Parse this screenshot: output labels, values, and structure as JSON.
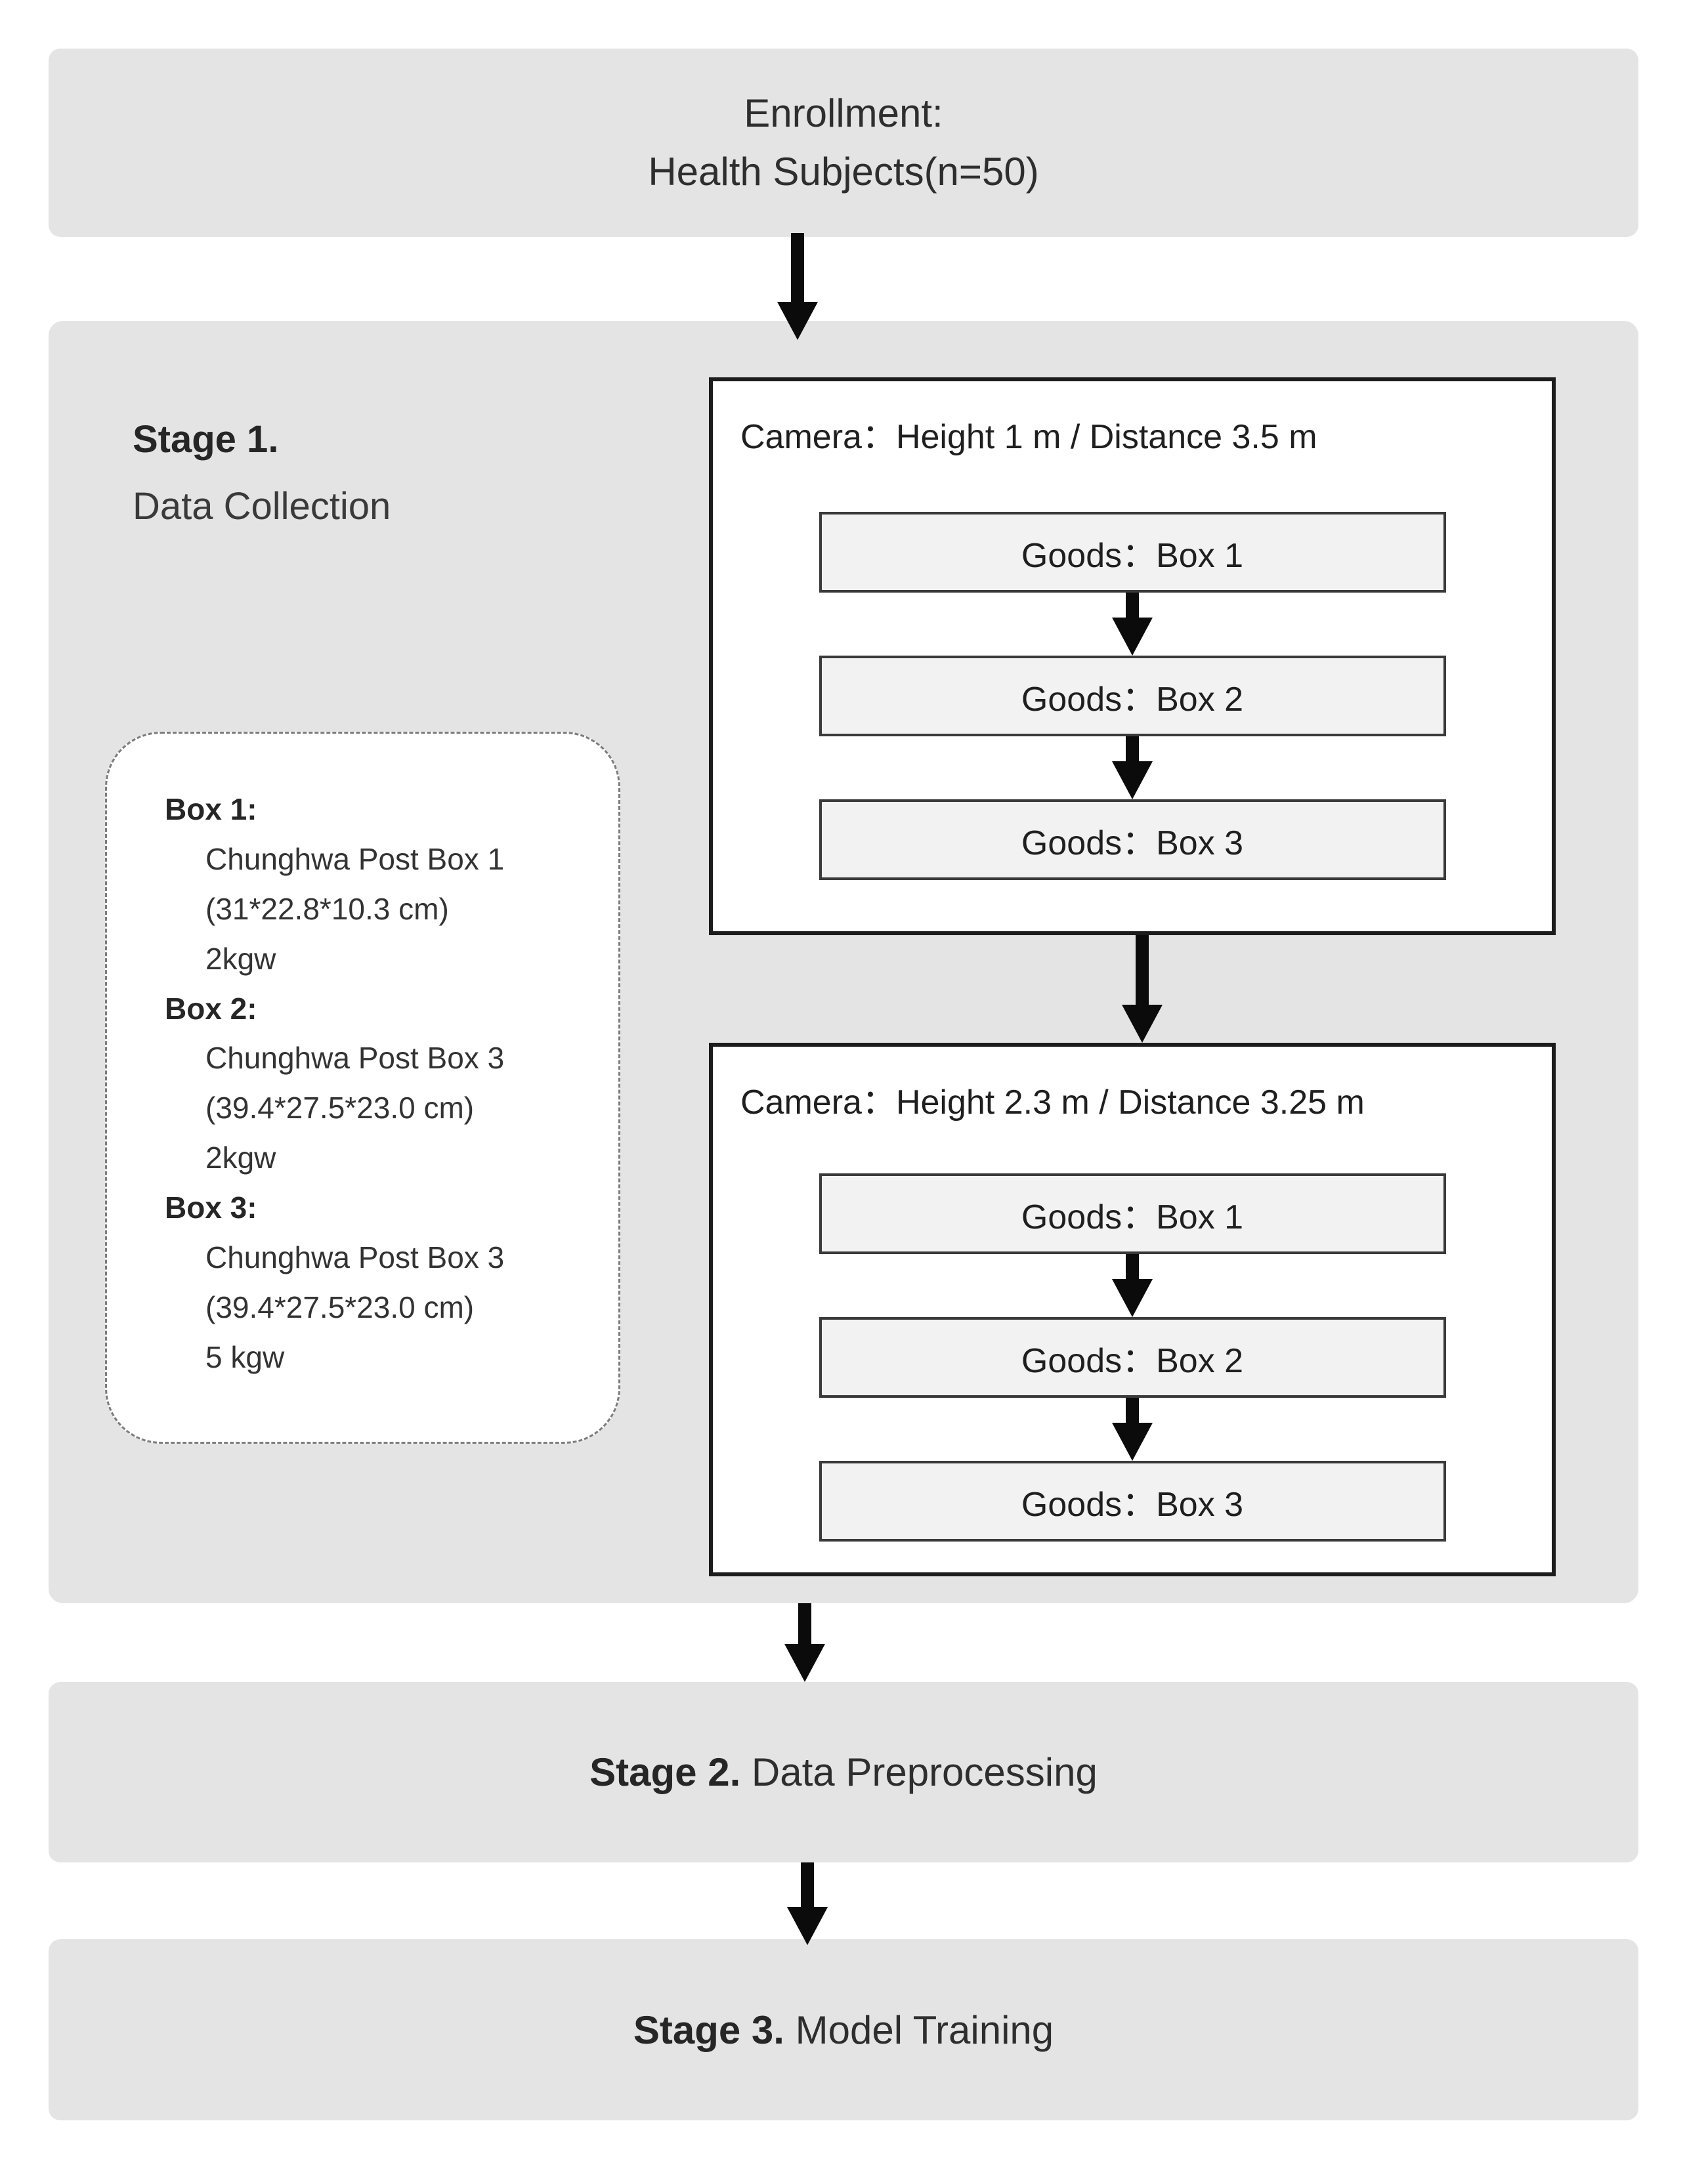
{
  "enrollment": {
    "line1": "Enrollment:",
    "line2": "Health Subjects(n=50)"
  },
  "stage1": {
    "label_bold": "Stage 1.",
    "label_rest": "Data Collection"
  },
  "box_specs": {
    "items": [
      {
        "label": "Box 1:",
        "lines": [
          "Chunghwa Post Box 1",
          "(31*22.8*10.3 cm)",
          "2kgw"
        ]
      },
      {
        "label": "Box 2:",
        "lines": [
          "Chunghwa Post Box 3",
          "(39.4*27.5*23.0 cm)",
          "2kgw"
        ]
      },
      {
        "label": "Box 3:",
        "lines": [
          "Chunghwa Post Box 3",
          "(39.4*27.5*23.0 cm)",
          "5 kgw"
        ]
      }
    ]
  },
  "camera_sessions": [
    {
      "header": "Camera：Height 1 m / Distance 3.5 m",
      "goods": [
        "Goods：Box 1",
        "Goods：Box 2",
        "Goods：Box 3"
      ]
    },
    {
      "header": "Camera：Height 2.3 m / Distance 3.25 m",
      "goods": [
        "Goods：Box 1",
        "Goods：Box 2",
        "Goods：Box 3"
      ]
    }
  ],
  "stage2": {
    "label_bold": "Stage 2.",
    "label_rest": " Data Preprocessing"
  },
  "stage3": {
    "label_bold": "Stage 3.",
    "label_rest": " Model Training"
  },
  "colors": {
    "panel_gray": "#e4e4e4",
    "goods_fill": "#f2f2f2",
    "border_dark": "#1c1c1c",
    "arrow_black": "#0b0b0b",
    "dashed_border": "#7d7d7d"
  }
}
